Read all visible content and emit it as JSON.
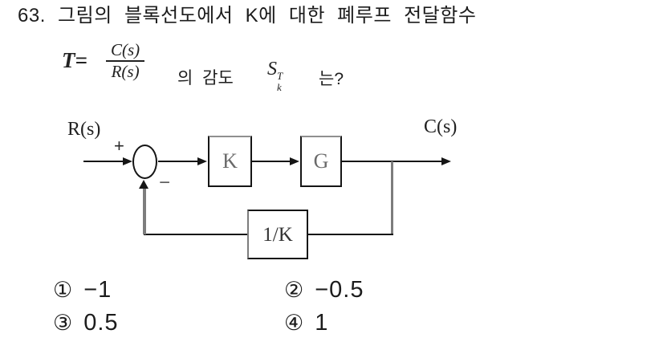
{
  "question": {
    "number": "63.",
    "text": "그림의 블록선도에서 K에 대한 폐루프 전달함수",
    "formula": {
      "lhs": "T=",
      "numerator": "C(s)",
      "denominator": "R(s)",
      "mid_text": "의 감도",
      "sensitivity_base": "S",
      "sensitivity_sup": "T",
      "sensitivity_sub": "k",
      "tail_text": "는?"
    }
  },
  "diagram": {
    "input_label": "R(s)",
    "output_label": "C(s)",
    "plus_sign": "+",
    "minus_sign": "−",
    "forward_block_1": "K",
    "forward_block_2": "G",
    "feedback_block": "1/K"
  },
  "choices": [
    {
      "marker": "①",
      "value": "−1"
    },
    {
      "marker": "②",
      "value": "−0.5"
    },
    {
      "marker": "③",
      "value": "0.5"
    },
    {
      "marker": "④",
      "value": "1"
    }
  ],
  "colors": {
    "ink": "#1c1c1c",
    "line_gray": "#7d7d7d",
    "background": "#ffffff"
  }
}
